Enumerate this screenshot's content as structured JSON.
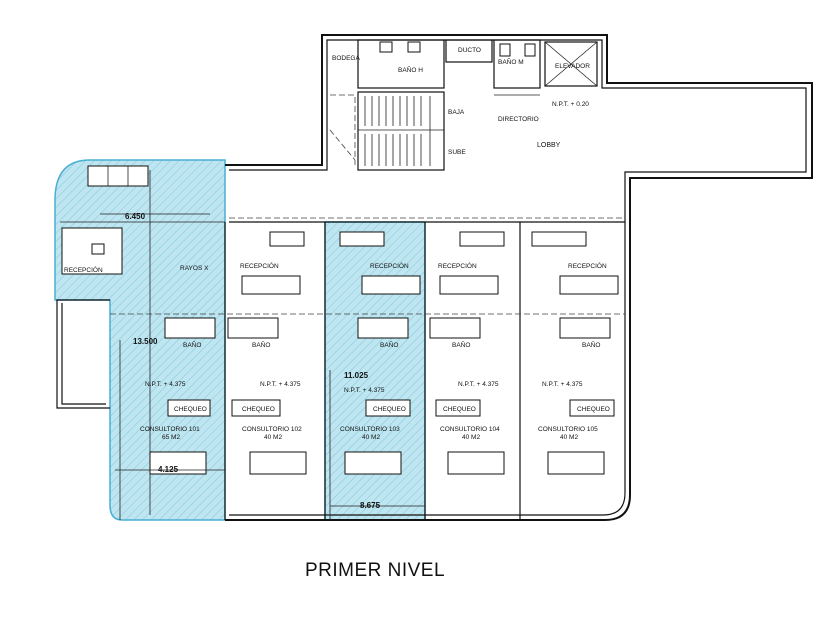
{
  "title": "PRIMER NIVEL",
  "core_labels": {
    "bodega": "BODEGA",
    "bano_h": "BAÑO H",
    "ducto": "DUCTO",
    "bano_m": "BAÑO M",
    "elevador": "ELEVADOR",
    "baja": "BAJA",
    "sube": "SUBE",
    "directorio": "DIRECTORIO",
    "npt_lobby": "N.P.T. + 0.20",
    "lobby": "LOBBY"
  },
  "left_labels": {
    "recepcion": "RECEPCIÓN",
    "rayos_x": "RAYOS X"
  },
  "dimensions": {
    "d1": "6.450",
    "d2": "13.500",
    "d3": "4.125",
    "d4": "11.025",
    "d5": "8.675"
  },
  "units": [
    {
      "recepcion": "RECEPCIÓN",
      "bano": "BAÑO",
      "npt": "N.P.T. + 4.375",
      "chequeo": "CHEQUEO",
      "name": "CONSULTORIO 101",
      "area": "65 M2"
    },
    {
      "recepcion": "RECEPCIÓN",
      "bano": "BAÑO",
      "npt": "N.P.T. + 4.375",
      "chequeo": "CHEQUEO",
      "name": "CONSULTORIO 102",
      "area": "40 M2"
    },
    {
      "recepcion": "RECEPCIÓN",
      "bano": "BAÑO",
      "npt": "N.P.T. + 4.375",
      "chequeo": "CHEQUEO",
      "name": "CONSULTORIO 103",
      "area": "40 M2"
    },
    {
      "recepcion": "RECEPCIÓN",
      "bano": "BAÑO",
      "npt": "N.P.T. + 4.375",
      "chequeo": "CHEQUEO",
      "name": "CONSULTORIO 104",
      "area": "40 M2"
    },
    {
      "recepcion": "RECEPCIÓN",
      "bano": "BAÑO",
      "npt": "N.P.T. + 4.375",
      "chequeo": "CHEQUEO",
      "name": "CONSULTORIO 105",
      "area": "40 M2"
    }
  ],
  "colors": {
    "highlight": "#4aaed3",
    "hatch_fill": "#bfe6f0",
    "line": "#111111"
  }
}
